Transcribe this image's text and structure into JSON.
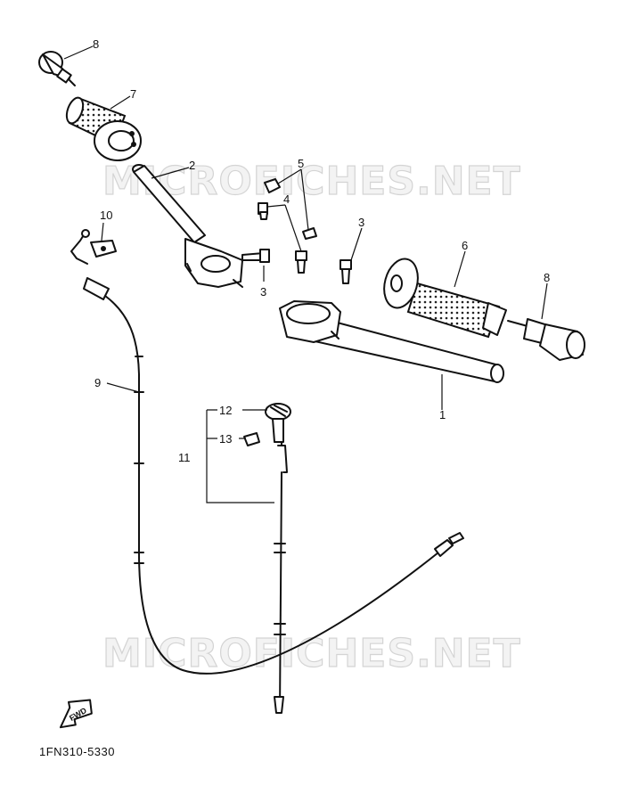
{
  "watermark": "MICROFICHES.NET",
  "diagram_code": "1FN310-5330",
  "fwd_label": "FWD",
  "callouts": {
    "p1": "1",
    "p2": "2",
    "p3a": "3",
    "p3b": "3",
    "p4": "4",
    "p5": "5",
    "p6": "6",
    "p7": "7",
    "p8a": "8",
    "p8b": "8",
    "p9": "9",
    "p10": "10",
    "p11": "11",
    "p12": "12",
    "p13": "13"
  }
}
